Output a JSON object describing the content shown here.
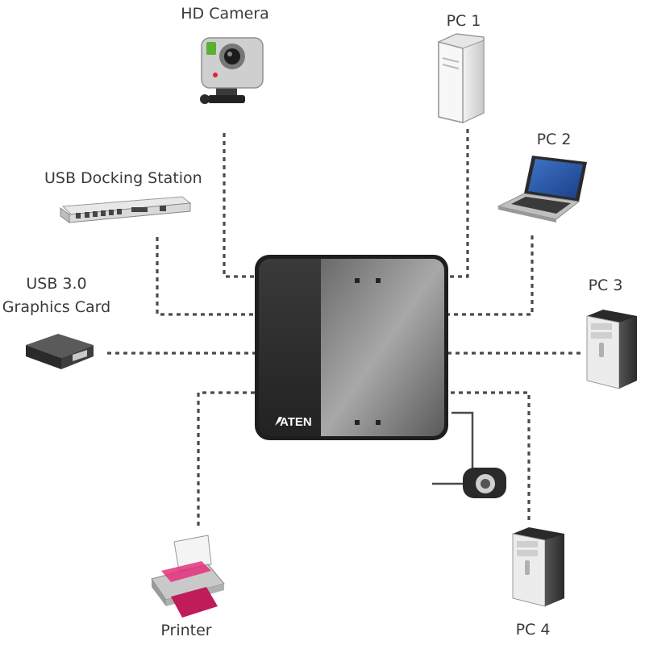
{
  "hub": {
    "brand": "ATEN"
  },
  "devices": {
    "hd_camera": {
      "label": "HD Camera",
      "icon": "action-camera-icon"
    },
    "pc1": {
      "label": "PC 1",
      "icon": "tower-pc-icon"
    },
    "pc2": {
      "label": "PC 2",
      "icon": "laptop-icon"
    },
    "pc3": {
      "label": "PC 3",
      "icon": "tower-pc-icon"
    },
    "pc4": {
      "label": "PC 4",
      "icon": "tower-pc-icon"
    },
    "docking": {
      "label": "USB Docking Station",
      "icon": "docking-station-icon"
    },
    "graphics": {
      "line1": "USB 3.0",
      "line2": "Graphics Card",
      "icon": "graphics-adapter-icon"
    },
    "printer": {
      "label": "Printer",
      "icon": "printer-icon"
    },
    "remote": {
      "icon": "remote-port-selector-icon"
    }
  }
}
